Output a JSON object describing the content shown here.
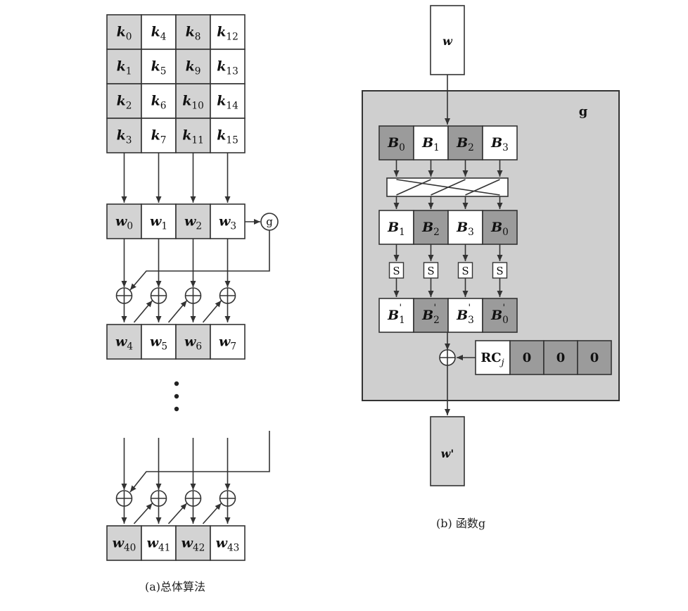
{
  "colors": {
    "shade_dark": "#9b9b9b",
    "shade_light": "#d3d3d3",
    "panel_bg": "#cfcfcf",
    "stroke": "#333333",
    "white": "#ffffff"
  },
  "left": {
    "key_grid": [
      [
        {
          "b": "k",
          "s": "0"
        },
        {
          "b": "k",
          "s": "4"
        },
        {
          "b": "k",
          "s": "8"
        },
        {
          "b": "k",
          "s": "12"
        }
      ],
      [
        {
          "b": "k",
          "s": "1"
        },
        {
          "b": "k",
          "s": "5"
        },
        {
          "b": "k",
          "s": "9"
        },
        {
          "b": "k",
          "s": "13"
        }
      ],
      [
        {
          "b": "k",
          "s": "2"
        },
        {
          "b": "k",
          "s": "6"
        },
        {
          "b": "k",
          "s": "10"
        },
        {
          "b": "k",
          "s": "14"
        }
      ],
      [
        {
          "b": "k",
          "s": "3"
        },
        {
          "b": "k",
          "s": "7"
        },
        {
          "b": "k",
          "s": "11"
        },
        {
          "b": "k",
          "s": "15"
        }
      ]
    ],
    "row_w0": [
      {
        "b": "w",
        "s": "0"
      },
      {
        "b": "w",
        "s": "1"
      },
      {
        "b": "w",
        "s": "2"
      },
      {
        "b": "w",
        "s": "3"
      }
    ],
    "row_w4": [
      {
        "b": "w",
        "s": "4"
      },
      {
        "b": "w",
        "s": "5"
      },
      {
        "b": "w",
        "s": "6"
      },
      {
        "b": "w",
        "s": "7"
      }
    ],
    "row_w40": [
      {
        "b": "w",
        "s": "40"
      },
      {
        "b": "w",
        "s": "41"
      },
      {
        "b": "w",
        "s": "42"
      },
      {
        "b": "w",
        "s": "43"
      }
    ],
    "g_label": "g",
    "caption": "(a)总体算法"
  },
  "right": {
    "input": "w",
    "panel_label": "g",
    "row_b": [
      {
        "b": "B",
        "s": "0"
      },
      {
        "b": "B",
        "s": "1"
      },
      {
        "b": "B",
        "s": "2"
      },
      {
        "b": "B",
        "s": "3"
      }
    ],
    "row_rot": [
      {
        "b": "B",
        "s": "1"
      },
      {
        "b": "B",
        "s": "2"
      },
      {
        "b": "B",
        "s": "3"
      },
      {
        "b": "B",
        "s": "0"
      }
    ],
    "sbox": "S",
    "row_sub": [
      {
        "b": "B",
        "s": "1"
      },
      {
        "b": "B",
        "s": "2"
      },
      {
        "b": "B",
        "s": "3"
      },
      {
        "b": "B",
        "s": "0"
      }
    ],
    "rc": {
      "b": "RC",
      "s": "j"
    },
    "zeros": [
      "0",
      "0",
      "0"
    ],
    "output": "w'",
    "caption": "(b) 函数g"
  }
}
